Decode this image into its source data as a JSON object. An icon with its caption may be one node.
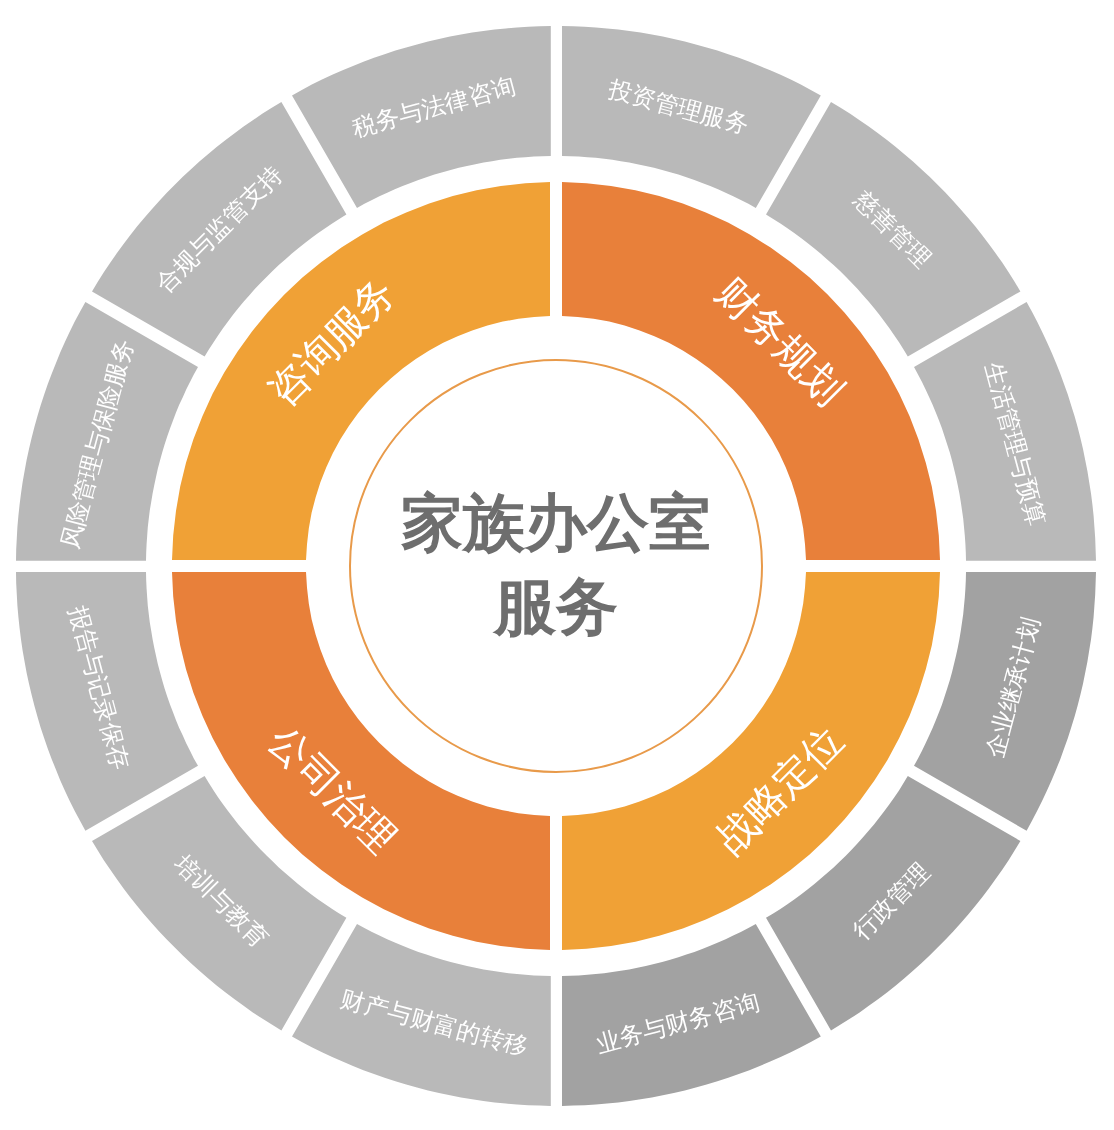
{
  "diagram": {
    "nodes": [
      {
        "text": [
          "家族办公室服务"
        ]
      },
      {
        "text": [
          "咨询服务"
        ]
      },
      {
        "text": [
          "财务规划"
        ]
      },
      {
        "text": [
          "战略定位"
        ]
      },
      {
        "text": [
          "公司治理"
        ]
      },
      {
        "text": [
          "税务与法律咨询"
        ]
      },
      {
        "text": [
          "投资管理服务"
        ]
      },
      {
        "text": [
          "慈善管理"
        ]
      },
      {
        "text": [
          "生活管理与预算"
        ]
      },
      {
        "text": [
          "企业继承计划"
        ]
      },
      {
        "text": [
          "行政管理"
        ]
      },
      {
        "text": [
          "业务与财务咨询"
        ]
      },
      {
        "text": [
          "财产与财富的转移"
        ]
      },
      {
        "text": [
          "培训与教育"
        ]
      },
      {
        "text": [
          "报告与记录保存"
        ]
      },
      {
        "text": [
          "风险管理与保险服务"
        ]
      },
      {
        "text": [
          "合规与监管支持"
        ]
      }
    ]
  }
}
